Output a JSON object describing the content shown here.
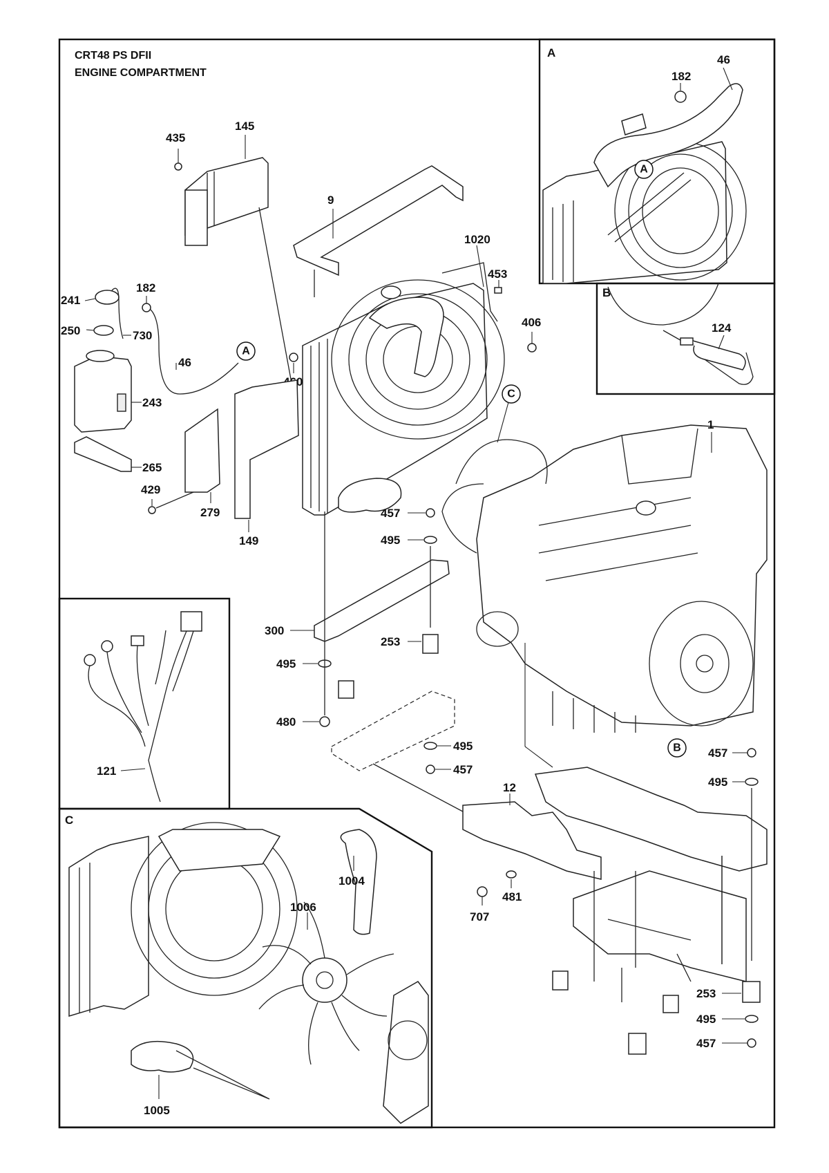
{
  "header": {
    "model": "CRT48 PS DFII",
    "section": "ENGINE COMPARTMENT"
  },
  "insets": {
    "A": {
      "letter": "A",
      "labels": [
        "46",
        "182"
      ],
      "ref_marker": "A"
    },
    "B": {
      "letter": "B",
      "labels": [
        "124"
      ]
    },
    "C": {
      "letter": "C",
      "labels": [
        "1004",
        "1006",
        "1005"
      ]
    },
    "harness": {
      "labels": [
        "121"
      ]
    }
  },
  "callouts": {
    "c435": "435",
    "c145": "145",
    "c9": "9",
    "c1020": "1020",
    "c453": "453",
    "c406": "406",
    "c241": "241",
    "c182": "182",
    "c250": "250",
    "c730": "730",
    "c46": "46",
    "c460": "460",
    "c243": "243",
    "c265": "265",
    "c429": "429",
    "c279": "279",
    "c149": "149",
    "c457a": "457",
    "c495a": "495",
    "c1": "1",
    "c300": "300",
    "c253a": "253",
    "c495b": "495",
    "c480": "480",
    "c495c": "495",
    "c457b": "457",
    "c12": "12",
    "c457c": "457",
    "c495d": "495",
    "c481": "481",
    "c707": "707",
    "c253b": "253",
    "c495e": "495",
    "c457d": "457"
  },
  "ref_markers": {
    "main_A": "A",
    "main_B": "B",
    "main_C": "C"
  }
}
